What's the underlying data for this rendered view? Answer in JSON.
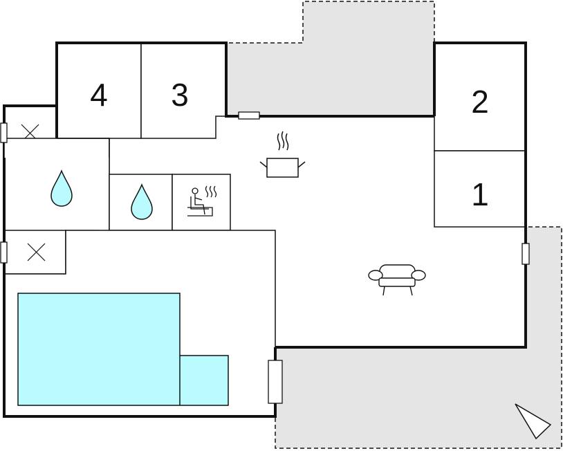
{
  "rooms": {
    "bedroom_4": {
      "number": "4"
    },
    "bedroom_3": {
      "number": "3"
    },
    "bedroom_2": {
      "number": "2"
    },
    "bedroom_1": {
      "number": "1"
    }
  },
  "icons": {
    "toilet_top": "toilet-x-icon",
    "toilet_mid": "toilet-x-icon",
    "bath_left": "water-drop-icon",
    "bath_mid": "water-drop-icon",
    "sauna": "sauna-icon",
    "kitchen": "cooking-pot-icon",
    "living": "armchair-icon",
    "north": "north-arrow-icon"
  },
  "colors": {
    "wall": "#111111",
    "pool": "#b9fbff",
    "terrace": "#e5e5e5",
    "room_fill": "#ffffff"
  }
}
